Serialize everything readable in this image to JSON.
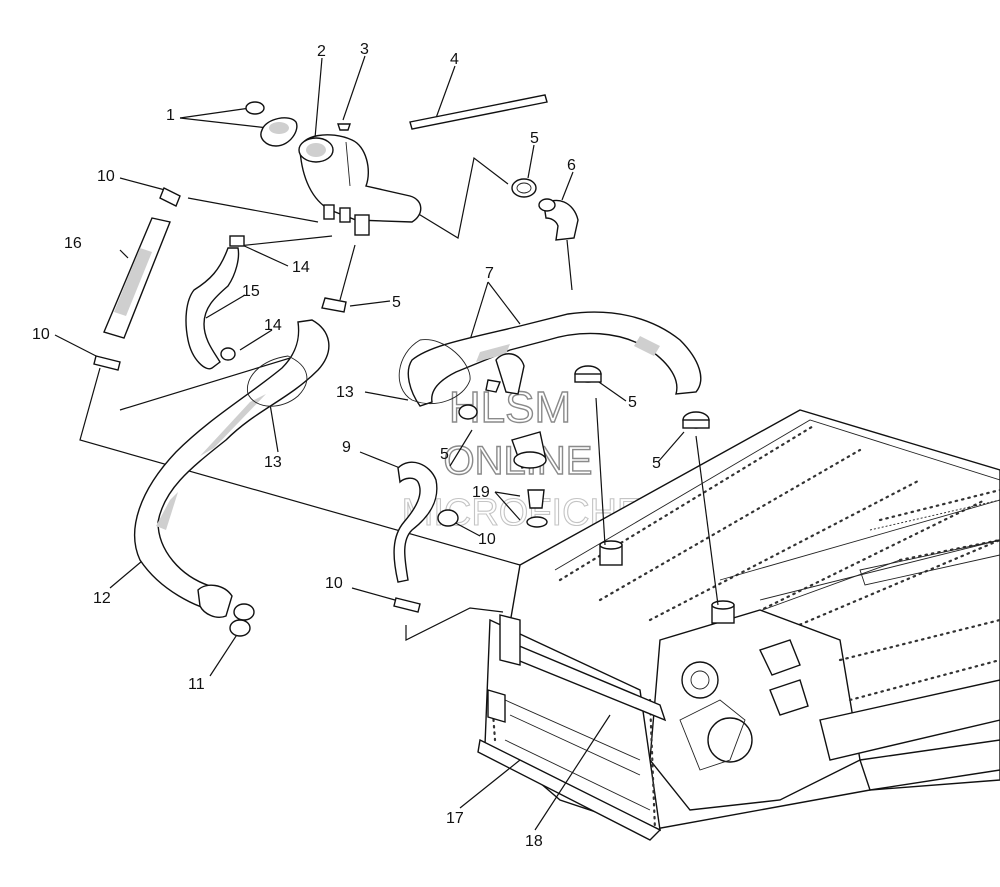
{
  "diagram": {
    "callouts": [
      {
        "id": "c1",
        "label": "1"
      },
      {
        "id": "c2",
        "label": "2"
      },
      {
        "id": "c3",
        "label": "3"
      },
      {
        "id": "c4",
        "label": "4"
      },
      {
        "id": "c5a",
        "label": "5"
      },
      {
        "id": "c6",
        "label": "6"
      },
      {
        "id": "c10a",
        "label": "10"
      },
      {
        "id": "c16",
        "label": "16"
      },
      {
        "id": "c14a",
        "label": "14"
      },
      {
        "id": "c15",
        "label": "15"
      },
      {
        "id": "c5b",
        "label": "5"
      },
      {
        "id": "c7",
        "label": "7"
      },
      {
        "id": "c10b",
        "label": "10"
      },
      {
        "id": "c14b",
        "label": "14"
      },
      {
        "id": "c13a",
        "label": "13"
      },
      {
        "id": "c5c",
        "label": "5"
      },
      {
        "id": "c5d",
        "label": "5"
      },
      {
        "id": "c13b",
        "label": "13"
      },
      {
        "id": "c9",
        "label": "9"
      },
      {
        "id": "c5e",
        "label": "5"
      },
      {
        "id": "c19",
        "label": "19"
      },
      {
        "id": "c10c",
        "label": "10"
      },
      {
        "id": "c12",
        "label": "12"
      },
      {
        "id": "c10d",
        "label": "10"
      },
      {
        "id": "c11",
        "label": "11"
      },
      {
        "id": "c17",
        "label": "17"
      },
      {
        "id": "c18",
        "label": "18"
      }
    ],
    "watermark": {
      "line1": "HLSM",
      "line2": "ONLINE",
      "line3": "MICROFICHE"
    }
  }
}
